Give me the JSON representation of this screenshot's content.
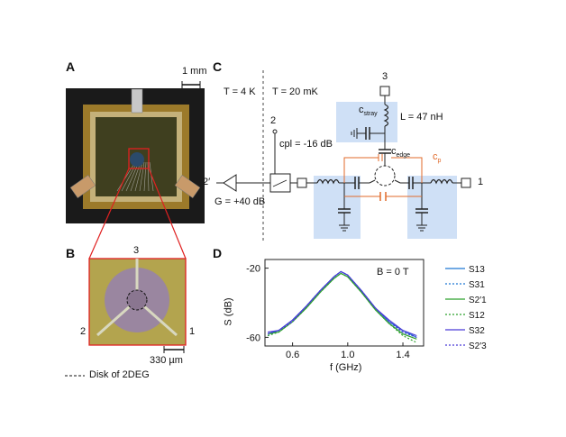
{
  "panels": {
    "a": {
      "letter": "A",
      "scalebar_label": "1 mm"
    },
    "b": {
      "letter": "B",
      "port_top": "3",
      "port_left": "2",
      "port_right": "1",
      "scalebar_label": "330 µm"
    },
    "c": {
      "letter": "C",
      "temp_left": "T = 4 K",
      "temp_right": "T = 20 mK",
      "port_top": "2",
      "coupler_label": "cpl = -16 dB",
      "port_left": "2′",
      "gain_label": "G = +40 dB",
      "port_right": "1",
      "port_3": "3",
      "c_stray": "stray",
      "inductance": "L = 47 nH",
      "c_edge": "edge",
      "c_p": "p",
      "cap_letter": "c"
    },
    "d": {
      "letter": "D",
      "annotation": "B = 0 T",
      "xlabel": "f (GHz)",
      "ylabel": "S (dB)"
    }
  },
  "legend_note": "Disk of 2DEG",
  "chart_data": {
    "type": "line",
    "title": "",
    "xlabel": "f (GHz)",
    "ylabel": "S (dB)",
    "xlim": [
      0.4,
      1.55
    ],
    "ylim": [
      -65,
      -15
    ],
    "xticks": [
      "0.6",
      "1.0",
      "1.4"
    ],
    "yticks": [
      "-20",
      "-60"
    ],
    "annotation": "B = 0 T",
    "series": [
      {
        "name": "S13",
        "color": "#1f77d4",
        "style": "solid",
        "x": [
          0.42,
          0.5,
          0.6,
          0.7,
          0.8,
          0.9,
          0.95,
          1.0,
          1.1,
          1.2,
          1.3,
          1.4,
          1.5
        ],
        "y": [
          -58,
          -56,
          -50,
          -42,
          -33,
          -25,
          -22,
          -24,
          -33,
          -43,
          -51,
          -56,
          -60
        ]
      },
      {
        "name": "S31",
        "color": "#1f77d4",
        "style": "dotted",
        "x": [
          0.42,
          0.5,
          0.6,
          0.7,
          0.8,
          0.9,
          0.95,
          1.0,
          1.1,
          1.2,
          1.3,
          1.4,
          1.5
        ],
        "y": [
          -59,
          -56,
          -51,
          -42,
          -33,
          -25,
          -22,
          -24,
          -33,
          -43,
          -51,
          -57,
          -60
        ]
      },
      {
        "name": "S2′1",
        "color": "#2ca02c",
        "style": "solid",
        "x": [
          0.42,
          0.5,
          0.6,
          0.7,
          0.8,
          0.9,
          0.95,
          1.0,
          1.1,
          1.2,
          1.3,
          1.4,
          1.5
        ],
        "y": [
          -58,
          -57,
          -51,
          -43,
          -34,
          -26,
          -23,
          -25,
          -34,
          -44,
          -52,
          -58,
          -61
        ]
      },
      {
        "name": "S12",
        "color": "#2ca02c",
        "style": "dotted",
        "x": [
          0.42,
          0.5,
          0.6,
          0.7,
          0.8,
          0.9,
          0.95,
          1.0,
          1.1,
          1.2,
          1.3,
          1.4,
          1.5
        ],
        "y": [
          -59,
          -57,
          -51,
          -43,
          -34,
          -26,
          -23,
          -25,
          -34,
          -44,
          -52,
          -59,
          -63
        ]
      },
      {
        "name": "S32",
        "color": "#4b3bd6",
        "style": "solid",
        "x": [
          0.42,
          0.5,
          0.6,
          0.7,
          0.8,
          0.9,
          0.95,
          1.0,
          1.1,
          1.2,
          1.3,
          1.4,
          1.5
        ],
        "y": [
          -57,
          -56,
          -50,
          -42,
          -33,
          -25,
          -22,
          -24,
          -33,
          -43,
          -50,
          -56,
          -59
        ]
      },
      {
        "name": "S2′3",
        "color": "#4b3bd6",
        "style": "dotted",
        "x": [
          0.42,
          0.5,
          0.6,
          0.7,
          0.8,
          0.9,
          0.95,
          1.0,
          1.1,
          1.2,
          1.3,
          1.4,
          1.5
        ],
        "y": [
          -58,
          -56,
          -51,
          -42,
          -33,
          -25,
          -22,
          -24,
          -33,
          -43,
          -51,
          -57,
          -60
        ]
      }
    ]
  }
}
